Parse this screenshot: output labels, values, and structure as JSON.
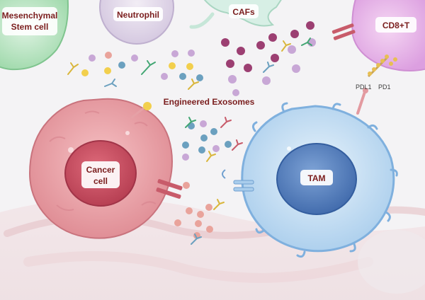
{
  "labels": {
    "msc": [
      "Mesenchymal",
      "Stem cell"
    ],
    "neutrophil": "Neutrophil",
    "cafs": "CAFs",
    "cd8t": "CD8+T",
    "engineered_exosomes": "Engineered Exosomes",
    "cancer_cell": [
      "Cancer",
      "cell"
    ],
    "tam": "TAM",
    "pdl1": "PDL1",
    "pd1": "PD1"
  },
  "colors": {
    "background": "#f4f3f5",
    "msc_cell": "#a9dfb4",
    "neutrophil_cell": "#ddd3e6",
    "caf_cell": "#d9efe6",
    "cd8t_cell": "#e9b4e8",
    "cancer_cell": "#e79aa0",
    "cancer_nucleus": "#c54c5e",
    "tam_cell": "#bcd8f0",
    "tam_nucleus": "#4f7bbd",
    "label_text": "#7a1d1d",
    "exosome_purple": "#9c3f72",
    "exosome_lilac": "#c8a7d6",
    "exosome_yellow": "#f2cf4d",
    "exosome_blue": "#6ba0bf",
    "exosome_pink": "#e9a39b"
  }
}
